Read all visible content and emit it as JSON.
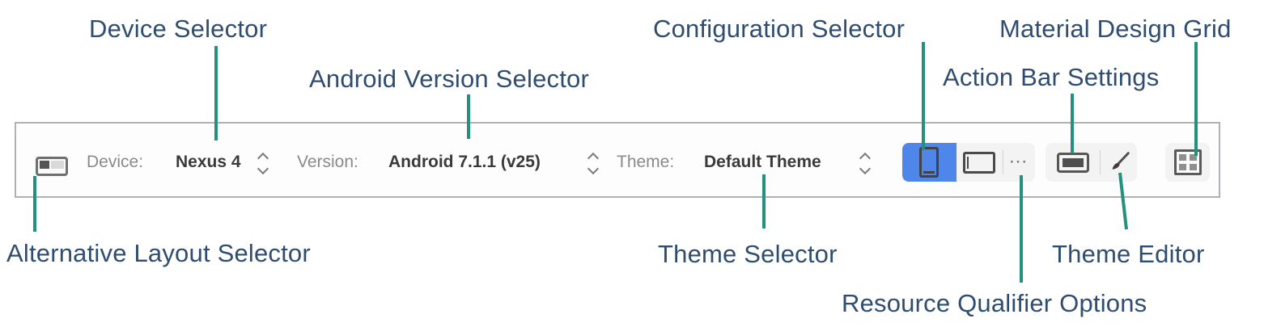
{
  "annotations": {
    "device_selector": "Device Selector",
    "android_version_selector": "Android Version Selector",
    "configuration_selector": "Configuration Selector",
    "material_design_grid": "Material Design Grid",
    "action_bar_settings": "Action Bar Settings",
    "alternative_layout_selector": "Alternative Layout Selector",
    "theme_selector": "Theme Selector",
    "theme_editor": "Theme Editor",
    "resource_qualifier_options": "Resource Qualifier Options"
  },
  "toolbar": {
    "device_label": "Device:",
    "device_value": "Nexus 4",
    "version_label": "Version:",
    "version_value": "Android 7.1.1 (v25)",
    "theme_label": "Theme:",
    "theme_value": "Default Theme",
    "resource_qualifier_dots": "···"
  },
  "icons": {
    "alternative_layout_icon": "toggle rectangle (dark left / light right)",
    "dropdown_spinner_icon": "stacked up/down chevrons",
    "portrait_config_icon": "portrait phone outline (selected, blue)",
    "landscape_config_icon": "landscape phone outline",
    "resource_qualifier_icon": "three dots",
    "action_bar_icon": "filled bar inside rounded rectangle",
    "theme_editor_icon": "paint brush",
    "material_grid_icon": "square with 2x2 inner squares"
  },
  "colors": {
    "annotation_text": "#2e4d70",
    "callout_line": "#23917d",
    "selected_button_blue": "#4e87e9",
    "toolbar_border": "#b0b0b6",
    "muted_label_gray": "#8a8a8a",
    "value_text": "#3a3a3a",
    "icon_gray": "#555555",
    "button_group_bg": "#f3f3f3"
  }
}
